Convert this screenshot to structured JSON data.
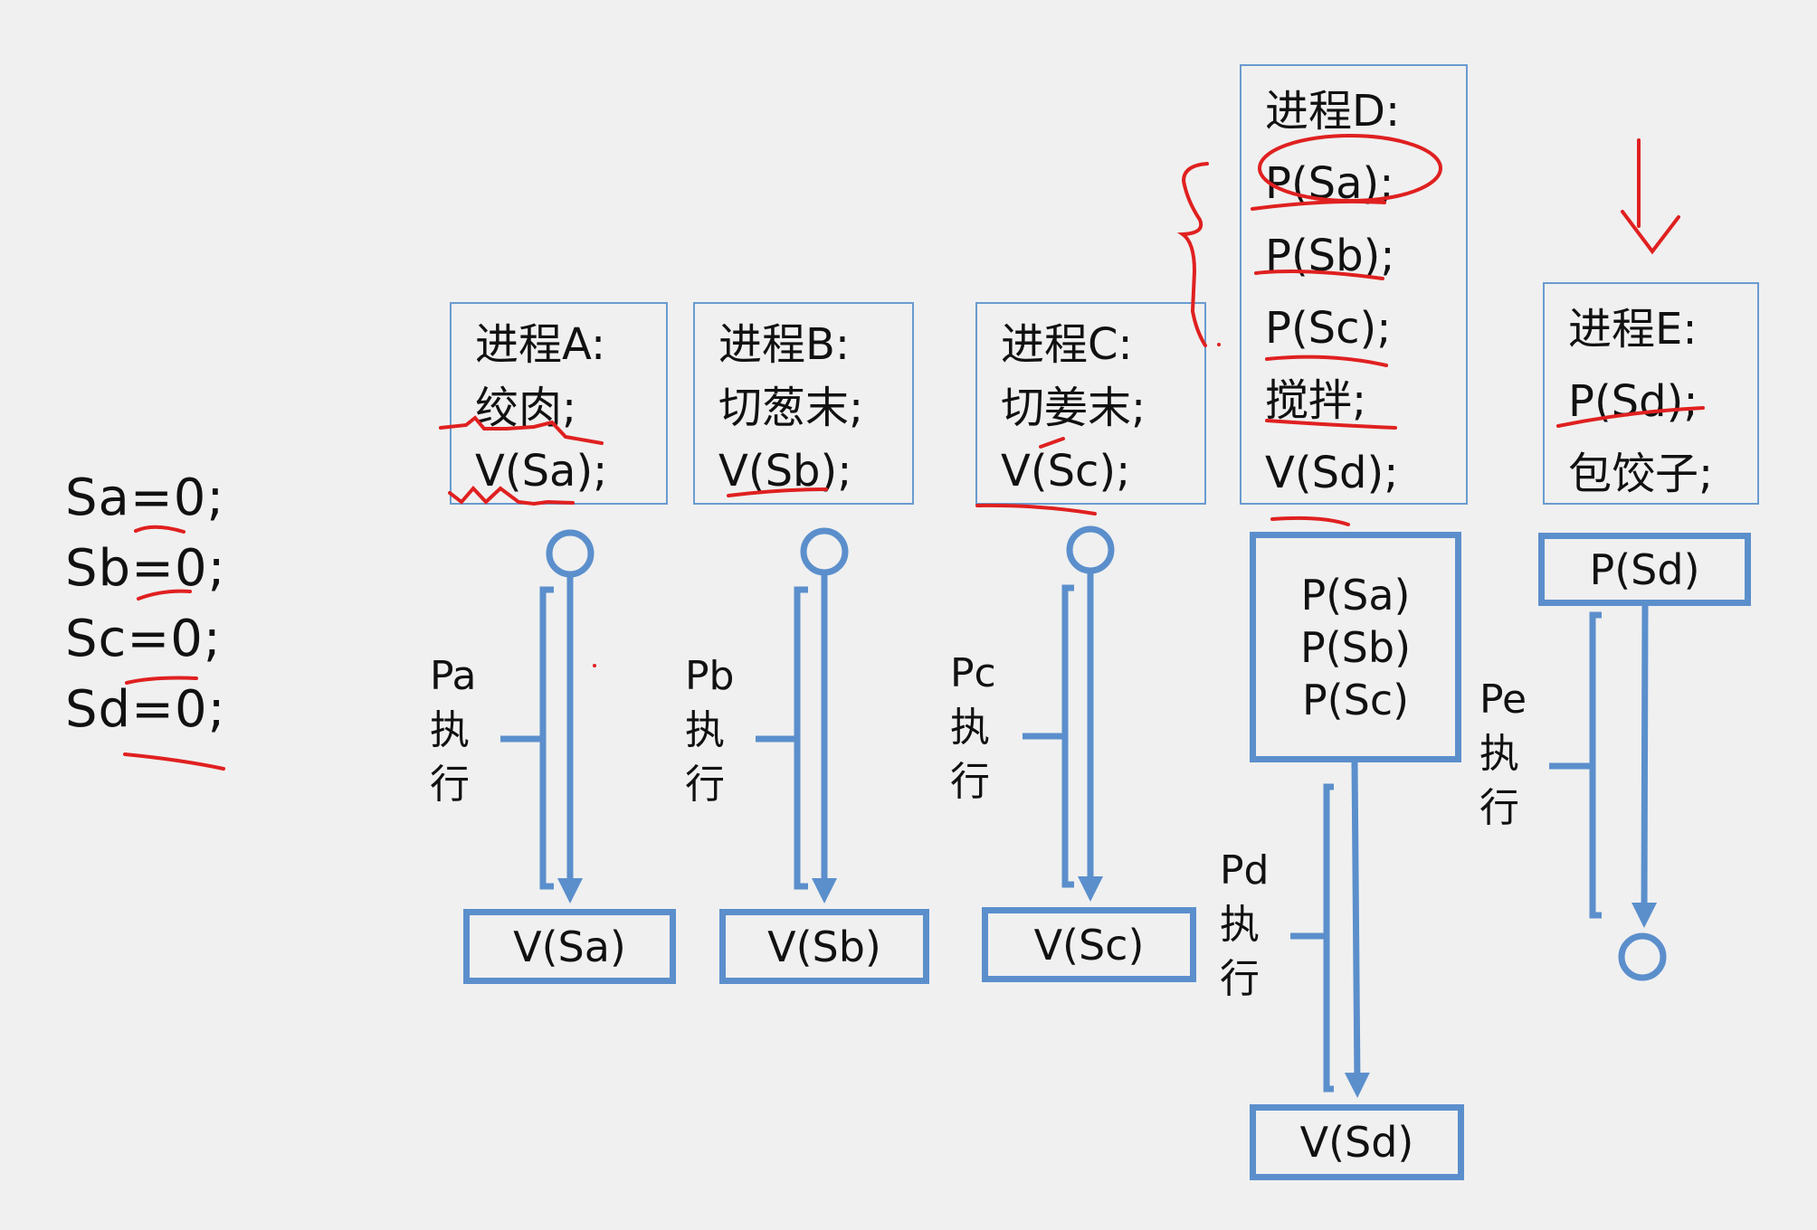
{
  "initial_values": [
    {
      "label": "Sa=0;"
    },
    {
      "label": "Sb=0;"
    },
    {
      "label": "Sc=0;"
    },
    {
      "label": "Sd=0;"
    }
  ],
  "processes": {
    "A": {
      "title": "进程A:",
      "lines": [
        "绞肉;",
        "V(Sa);"
      ]
    },
    "B": {
      "title": "进程B:",
      "lines": [
        "切葱末;",
        "V(Sb);"
      ]
    },
    "C": {
      "title": "进程C:",
      "lines": [
        "切姜末;",
        "V(Sc);"
      ]
    },
    "D": {
      "title": "进程D:",
      "lines": [
        "P(Sa);",
        "P(Sb);",
        "P(Sc);",
        "搅拌;",
        "V(Sd);"
      ]
    },
    "E": {
      "title": "进程E:",
      "lines": [
        "P(Sd);",
        "包饺子;"
      ]
    }
  },
  "flow": {
    "A": {
      "exec_label": [
        "Pa",
        "执",
        "行"
      ],
      "end_op": "V(Sa)"
    },
    "B": {
      "exec_label": [
        "Pb",
        "执",
        "行"
      ],
      "end_op": "V(Sb)"
    },
    "C": {
      "exec_label": [
        "Pc",
        "执",
        "行"
      ],
      "end_op": "V(Sc)"
    },
    "D": {
      "start_ops": [
        "P(Sa)",
        "P(Sb)",
        "P(Sc)"
      ],
      "exec_label": [
        "Pd",
        "执",
        "行"
      ],
      "end_op": "V(Sd)"
    },
    "E": {
      "start_op": "P(Sd)",
      "exec_label": [
        "Pe",
        "执",
        "行"
      ]
    }
  },
  "colors": {
    "background": "#f0f0f0",
    "diagram_blue": "#5b8fcc",
    "annotation_red": "#e02020"
  }
}
